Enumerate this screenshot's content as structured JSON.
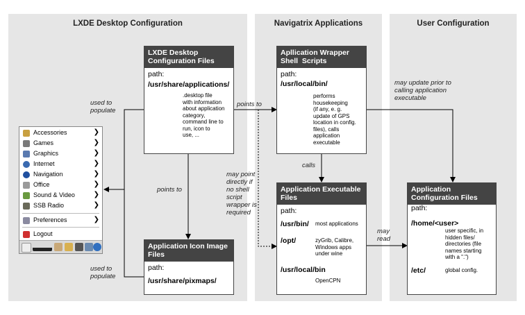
{
  "panels": {
    "lxde": "LXDE Desktop Configuration",
    "navigatrix": "Navigatrix Applications",
    "user": "User Configuration"
  },
  "boxes": {
    "desktop_files": {
      "header": [
        "LXDE Desktop",
        "Configuration Files"
      ],
      "path_label": "path:",
      "path": "/usr/share/applications/",
      "note": [
        ".desktop file",
        "with information",
        "about application",
        "category,",
        "command line to",
        "run, icon to",
        "use, ..."
      ]
    },
    "icon_files": {
      "header": [
        "Application Icon Image",
        "Files"
      ],
      "path_label": "path:",
      "path": "/usr/share/pixmaps/"
    },
    "wrapper": {
      "header": [
        "Apllication Wrapper",
        "Shell  Scripts"
      ],
      "path_label": "path:",
      "path": "/usr/local/bin/",
      "note": [
        "performs",
        "housekeeping",
        "(if any, e. g.",
        "update of GPS",
        "location in config.",
        "files), calls",
        "application",
        "executable"
      ]
    },
    "executable": {
      "header": [
        "Application Executable",
        "Files"
      ],
      "path_label": "path:",
      "entries": [
        {
          "path": "/usr/bin/",
          "note": [
            "most applications"
          ]
        },
        {
          "path": "/opt/",
          "note": [
            "zyGrib, Calibre,",
            "Windows apps",
            "under wine"
          ]
        },
        {
          "path": "/usr/local/bin",
          "note": [
            "OpenCPN"
          ]
        }
      ]
    },
    "user_config": {
      "header": [
        "Application",
        "Configuration Files"
      ],
      "path_label": "path:",
      "entries": [
        {
          "path": "/home/<user>",
          "note": [
            "user specific, in",
            "hidden files/",
            "directories (file",
            "names starting",
            "with a \".\")"
          ]
        },
        {
          "path": "/etc/",
          "note": [
            "global config."
          ]
        }
      ]
    }
  },
  "edge_labels": {
    "used_to_populate_top": [
      "used to",
      "populate"
    ],
    "used_to_populate_bottom": [
      "used to",
      "populate"
    ],
    "points_to_right": "points to",
    "points_to_down": "points to",
    "may_point": [
      "may point",
      "directly if",
      "no shell",
      "script",
      "wrapper is",
      "required"
    ],
    "calls": "calls",
    "may_update": [
      "may update prior to",
      "calling application",
      "executable"
    ],
    "may_read": [
      "may",
      "read"
    ]
  },
  "menu": {
    "items": [
      {
        "label": "Accessories",
        "icon": "accessories-icon",
        "color": "#c8a040"
      },
      {
        "label": "Games",
        "icon": "games-icon",
        "color": "#7a7a7a"
      },
      {
        "label": "Graphics",
        "icon": "graphics-icon",
        "color": "#5a7ab0"
      },
      {
        "label": "Internet",
        "icon": "internet-icon",
        "color": "#3a6ab0"
      },
      {
        "label": "Navigation",
        "icon": "navigation-icon",
        "color": "#2050a0"
      },
      {
        "label": "Office",
        "icon": "office-icon",
        "color": "#9a9a9a"
      },
      {
        "label": "Sound & Video",
        "icon": "sound-video-icon",
        "color": "#6a9a40"
      },
      {
        "label": "SSB Radio",
        "icon": "ssb-radio-icon",
        "color": "#6a6a5a"
      },
      {
        "label": "Preferences",
        "icon": "preferences-icon",
        "color": "#8a8aa0"
      },
      {
        "label": "Logout",
        "icon": "logout-icon",
        "color": "#d03030"
      }
    ],
    "arrow": "❯"
  }
}
